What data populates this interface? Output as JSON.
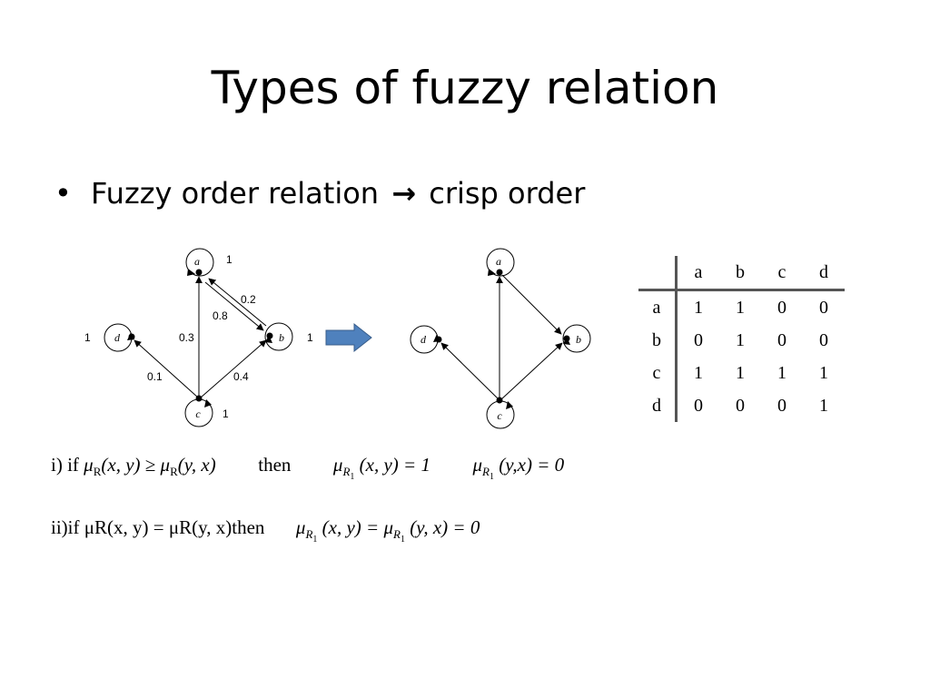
{
  "slide": {
    "title": "Types of fuzzy relation",
    "bullet": {
      "marker": "•",
      "text_before": "Fuzzy order relation",
      "arrow": "→",
      "text_after": "crisp order"
    }
  },
  "fuzzy_graph": {
    "nodes": [
      "a",
      "b",
      "c",
      "d"
    ],
    "self_loop_weights": {
      "a": "1",
      "b": "1",
      "c": "1",
      "d": "1"
    },
    "edges": [
      {
        "from": "c",
        "to": "a",
        "weight": "0.3"
      },
      {
        "from": "c",
        "to": "b",
        "weight": "0.4"
      },
      {
        "from": "c",
        "to": "d",
        "weight": "0.1"
      },
      {
        "from": "a",
        "to": "b",
        "weight": "0.8"
      },
      {
        "from": "b",
        "to": "a",
        "weight": "0.2"
      }
    ]
  },
  "arrow_color": "#4f81bd",
  "crisp_graph": {
    "nodes": [
      "a",
      "b",
      "c",
      "d"
    ]
  },
  "relation_table": {
    "columns": [
      "a",
      "b",
      "c",
      "d"
    ],
    "rows": [
      {
        "label": "a",
        "values": [
          "1",
          "1",
          "0",
          "0"
        ]
      },
      {
        "label": "b",
        "values": [
          "0",
          "1",
          "0",
          "0"
        ]
      },
      {
        "label": "c",
        "values": [
          "1",
          "1",
          "1",
          "1"
        ]
      },
      {
        "label": "d",
        "values": [
          "0",
          "0",
          "0",
          "1"
        ]
      }
    ]
  },
  "formulas": {
    "rule1": {
      "label": "i)",
      "if_word": "if",
      "mu": "μ",
      "R": "R",
      "R1": "R",
      "one": "1",
      "lhs_args": "(x, y)",
      "geq": "≥",
      "rhs_args": "(y, x)",
      "then_word": "then",
      "result1_args": "(x, y) = 1",
      "result2_args": "(y,x) = 0"
    },
    "rule2": {
      "label": "ii)",
      "if_word": "if",
      "condition": "μR(x, y) = μR(y, x)",
      "then_word": "then",
      "mu": "μ",
      "R1": "R",
      "one": "1",
      "args1": "(x, y) =",
      "args2": "(y, x) = 0"
    }
  }
}
